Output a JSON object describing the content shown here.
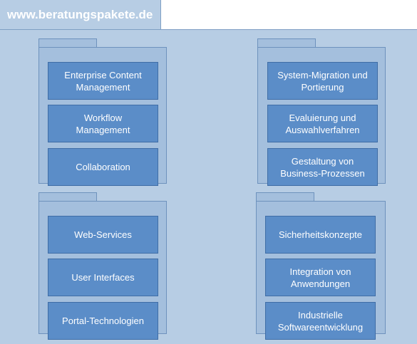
{
  "header": {
    "site_title": "www.beratungspakete.de"
  },
  "packages": [
    {
      "items": [
        "Enterprise Content\nManagement",
        "Workflow\nManagement",
        "Collaboration"
      ]
    },
    {
      "items": [
        "System-Migration und\nPortierung",
        "Evaluierung und\nAuswahlverfahren",
        "Gestaltung von\nBusiness-Prozessen"
      ]
    },
    {
      "items": [
        "Web-Services",
        "User Interfaces",
        "Portal-Technologien"
      ]
    },
    {
      "items": [
        "Sicherheitskonzepte",
        "Integration von\nAnwendungen",
        "Industrielle\nSoftwareentwicklung"
      ]
    }
  ]
}
